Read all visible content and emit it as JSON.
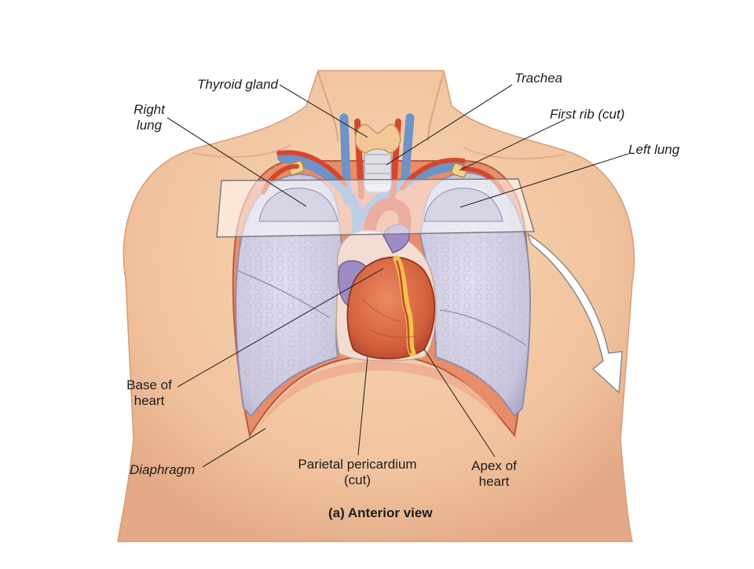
{
  "labels": {
    "thyroid_gland": "Thyroid gland",
    "trachea": "Trachea",
    "right_lung_1": "Right",
    "right_lung_2": "lung",
    "first_rib": "First rib (cut)",
    "left_lung": "Left lung",
    "base_of_heart_1": "Base of",
    "base_of_heart_2": "heart",
    "diaphragm": "Diaphragm",
    "parietal_pericardium_1": "Parietal pericardium",
    "parietal_pericardium_2": "(cut)",
    "apex_of_heart_1": "Apex of",
    "apex_of_heart_2": "heart"
  },
  "caption": "(a) Anterior view",
  "colors": {
    "skin": "#f3c9a6",
    "skin_shadow": "#e6ad87",
    "lung": "#cfcde0",
    "lung_edge": "#9f9ab8",
    "heart": "#d9663f",
    "heart_dark": "#b8442b",
    "vein": "#6f93c6",
    "artery": "#d4472e",
    "fat": "#f0c24e",
    "thyroid": "#f4c896",
    "arrow": "#ffffff"
  }
}
